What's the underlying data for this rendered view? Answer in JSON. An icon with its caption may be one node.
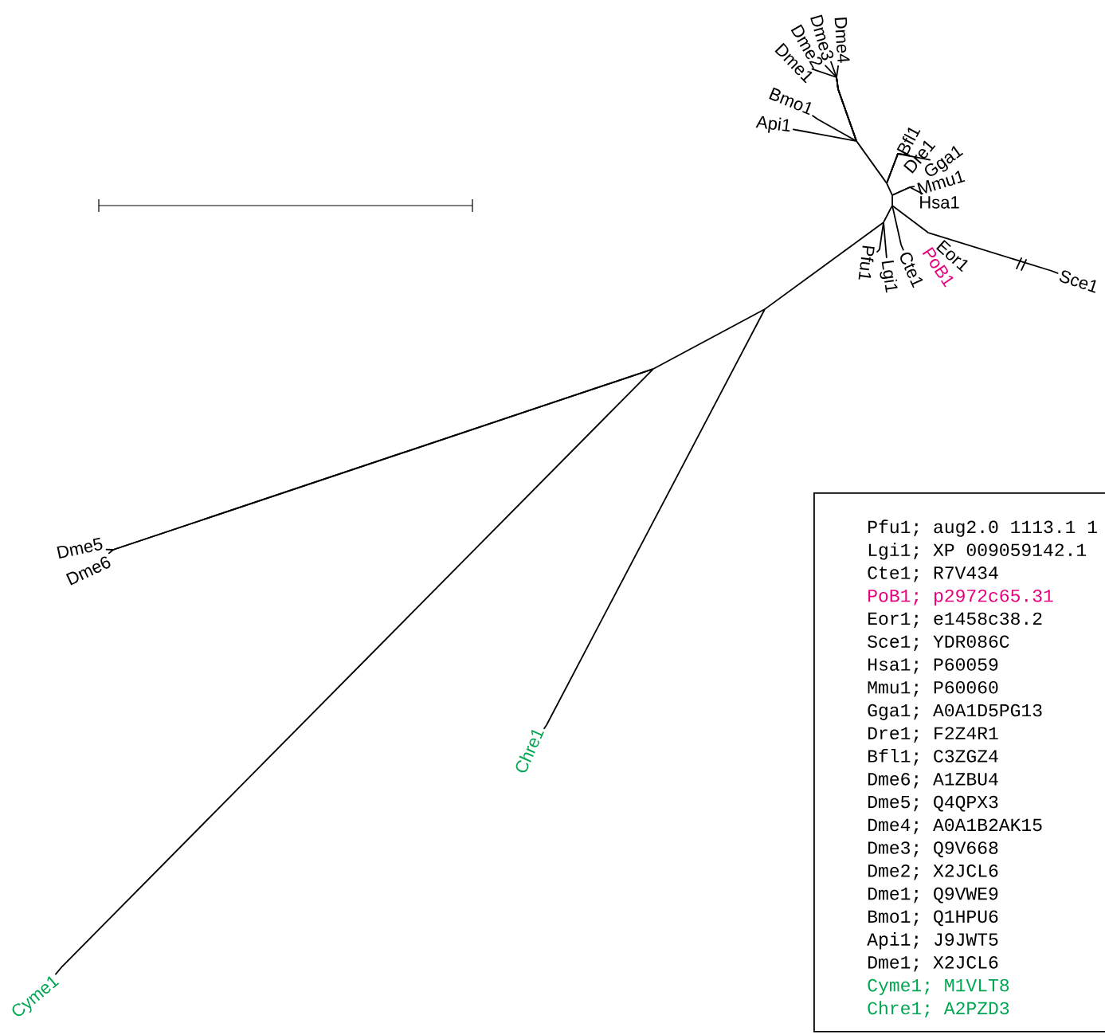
{
  "diagram": {
    "nodes": [
      {
        "text": [
          "Dme4"
        ]
      },
      {
        "text": [
          "Dme3"
        ]
      },
      {
        "text": [
          "Dme2"
        ]
      },
      {
        "text": [
          "Dme1"
        ]
      },
      {
        "text": [
          "Bmo1"
        ]
      },
      {
        "text": [
          "Api1"
        ]
      },
      {
        "text": [
          "Bfl1"
        ]
      },
      {
        "text": [
          "Dre1"
        ]
      },
      {
        "text": [
          "Gga1"
        ]
      },
      {
        "text": [
          "Mmu1"
        ]
      },
      {
        "text": [
          "Hsa1"
        ]
      },
      {
        "text": [
          "Pfu1"
        ]
      },
      {
        "text": [
          "Lgi1"
        ]
      },
      {
        "text": [
          "Cte1"
        ]
      },
      {
        "text": [
          "PoB1"
        ]
      },
      {
        "text": [
          "Eor1"
        ]
      },
      {
        "text": [
          "Sce1"
        ]
      },
      {
        "text": [
          "Dme5"
        ]
      },
      {
        "text": [
          "Dme6"
        ]
      },
      {
        "text": [
          "Chre1"
        ]
      },
      {
        "text": [
          "Cyme1"
        ]
      },
      {
        "text": [
          "Pfu1; aug2.0 1113.1 1",
          "Lgi1; XP 009059142.1",
          "Cte1; R7V434",
          "PoB1; p2972c65.31",
          "Eor1; e1458c38.2",
          "Sce1; YDR086C",
          "Hsa1; P60059",
          "Mmu1; P60060",
          "Gga1; A0A1D5PG13",
          "Dre1; F2Z4R1",
          "Bfl1; C3ZGZ4",
          "Dme6; A1ZBU4",
          "Dme5; Q4QPX3",
          "Dme4; A0A1B2AK15",
          "Dme3; Q9V668",
          "Dme2; X2JCL6",
          "Dme1; Q9VWE9",
          "Bmo1; Q1HPU6",
          "Api1; J9JWT5",
          "Dme1; X2JCL6",
          "Cyme1; M1VLT8",
          "Chre1; A2PZD3"
        ]
      },
      {
        "text": [],
        "shape": "point"
      },
      {
        "text": [],
        "shape": "point"
      },
      {
        "text": [],
        "shape": "point"
      },
      {
        "text": [],
        "shape": "point"
      },
      {
        "text": [],
        "shape": "point"
      },
      {
        "text": [],
        "shape": "point"
      },
      {
        "text": [],
        "shape": "point"
      },
      {
        "text": [],
        "shape": "point"
      }
    ],
    "edges": [
      {
        "from": 22,
        "to": 0,
        "arrow": "none"
      },
      {
        "from": 22,
        "to": 1,
        "arrow": "none"
      },
      {
        "from": 22,
        "to": 2,
        "arrow": "none"
      },
      {
        "from": 22,
        "to": 3,
        "arrow": "none"
      },
      {
        "from": 22,
        "to": 4,
        "arrow": "none"
      },
      {
        "from": 22,
        "to": 5,
        "arrow": "none"
      },
      {
        "from": 22,
        "to": 23,
        "arrow": "none"
      },
      {
        "from": 23,
        "to": 6,
        "arrow": "none"
      },
      {
        "from": 23,
        "to": 7,
        "arrow": "none"
      },
      {
        "from": 23,
        "to": 8,
        "arrow": "none"
      },
      {
        "from": 23,
        "to": 24,
        "arrow": "none"
      },
      {
        "from": 24,
        "to": 9,
        "arrow": "none"
      },
      {
        "from": 24,
        "to": 10,
        "arrow": "none"
      },
      {
        "from": 24,
        "to": 25,
        "arrow": "none"
      },
      {
        "from": 25,
        "to": 26,
        "arrow": "none"
      },
      {
        "from": 26,
        "to": 16,
        "arrow": "none"
      },
      {
        "from": 25,
        "to": 13,
        "arrow": "none"
      },
      {
        "from": 25,
        "to": 27,
        "arrow": "none"
      },
      {
        "from": 27,
        "to": 11,
        "arrow": "none"
      },
      {
        "from": 27,
        "to": 12,
        "arrow": "none"
      },
      {
        "from": 27,
        "to": 28,
        "arrow": "none"
      },
      {
        "from": 28,
        "to": 19,
        "arrow": "none"
      },
      {
        "from": 28,
        "to": 29,
        "arrow": "none"
      },
      {
        "from": 29,
        "to": 17,
        "arrow": "none"
      },
      {
        "from": 29,
        "to": 18,
        "arrow": "none"
      },
      {
        "from": 29,
        "to": 20,
        "arrow": "none"
      }
    ]
  }
}
